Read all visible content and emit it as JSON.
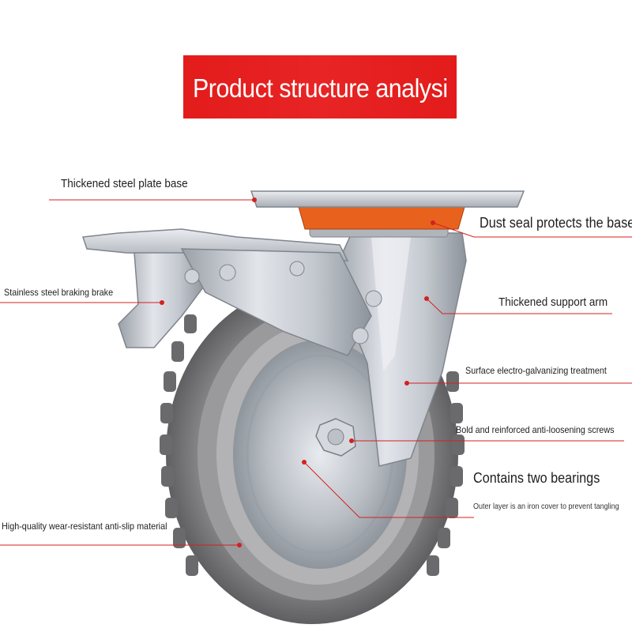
{
  "header": {
    "title": "Product structure analysi"
  },
  "callouts": {
    "base": "Thickened steel plate base",
    "dust_seal": "Dust seal protects the base",
    "brake": "Stainless steel braking brake",
    "support_arm": "Thickened support arm",
    "galvanizing": "Surface electro-galvanizing treatment",
    "screws": "Bold and reinforced anti-loosening screws",
    "bearings": "Contains two bearings",
    "iron_cover": "Outer layer is an iron cover to prevent tangling",
    "material": "High-quality wear-resistant anti-slip material"
  },
  "colors": {
    "banner_red": "#e31b1b",
    "callout_line": "#d42020",
    "tire_gray": "#7a7a7c",
    "orange_seal": "#e8621e",
    "steel": "#c9cdd3"
  }
}
